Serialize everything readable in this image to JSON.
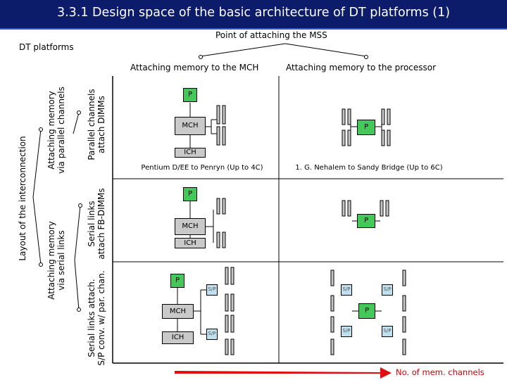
{
  "slide": {
    "title": "3.3.1 Design space of the basic architecture of DT platforms (1)"
  },
  "labels": {
    "dt_platforms": "DT platforms",
    "point_of_attaching": "Point of attaching the MSS",
    "attach_mch": "Attaching memory to the MCH",
    "attach_processor": "Attaching memory to the processor",
    "layout_interconnection": "Layout of the interconnection",
    "attach_parallel_1": "Attaching memory",
    "attach_parallel_2": "via parallel channels",
    "attach_serial_1": "Attaching memory",
    "attach_serial_2": "via serial links",
    "parallel_dimms_1": "Parallel channels",
    "parallel_dimms_2": "attach DIMMs",
    "serial_fbdimm_1": "Serial links",
    "serial_fbdimm_2": "attach FB-DIMMs",
    "serial_sp_1": "Serial links attach.",
    "serial_sp_2": "S/P conv. w/ par. chan.",
    "no_mem_channels": "No. of mem. channels"
  },
  "cells": {
    "mch_parallel_caption": "Pentium D/EE to Penryn (Up to 4C)",
    "proc_parallel_caption": "1. G. Nehalem to Sandy Bridge (Up to 6C)"
  },
  "blocks": {
    "p": "P",
    "mch": "MCH",
    "ich": "ICH",
    "sp": "S/P"
  },
  "colors": {
    "title_bar": "#0d1b6b",
    "processor": "#44c85a",
    "hub": "#c9c9c9",
    "sp_converter": "#bfe0ee",
    "arrow": "#e01010",
    "bottom_label": "#cc0000"
  }
}
